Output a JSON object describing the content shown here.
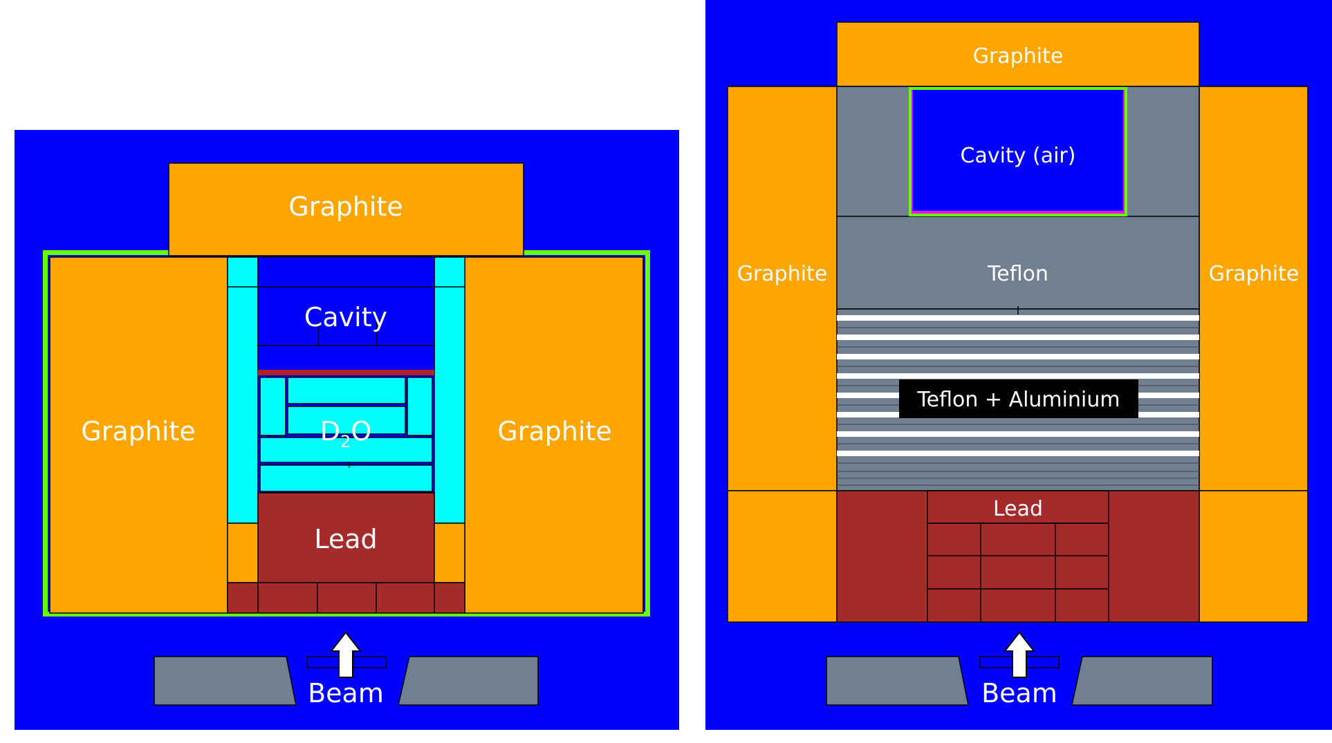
{
  "colors": {
    "background_blue": "#0000ff",
    "graphite": "#ffa500",
    "lead": "#a52a2a",
    "heavy_water": "#00ffff",
    "teflon": "#708090",
    "collimator": "#708090",
    "liner": "#66ff00",
    "label_text": "#ffffff",
    "label_box": "#000000"
  },
  "left_panel": {
    "graphite_top": "Graphite",
    "graphite_left": "Graphite",
    "graphite_right": "Graphite",
    "cavity": "Cavity",
    "d2o_main": "D",
    "d2o_sub": "2",
    "d2o_end": "O",
    "lead": "Lead",
    "beam": "Beam"
  },
  "right_panel": {
    "graphite_top": "Graphite",
    "graphite_left": "Graphite",
    "graphite_right": "Graphite",
    "cavity": "Cavity (air)",
    "teflon": "Teflon",
    "teflon_aluminium": "Teflon + Aluminium",
    "lead": "Lead",
    "beam": "Beam"
  },
  "icons": {
    "beam_arrow": "arrow-up-icon"
  }
}
